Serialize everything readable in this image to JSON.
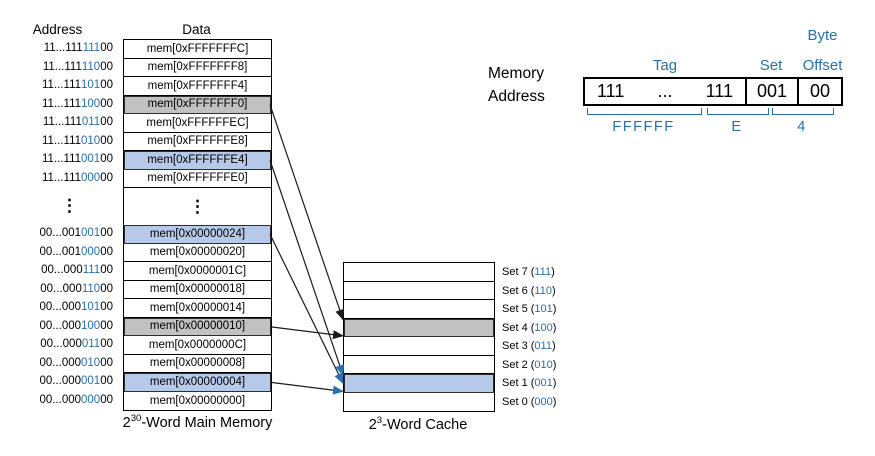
{
  "headers": {
    "address": "Address",
    "data": "Data"
  },
  "memory": {
    "top_rows": [
      {
        "prefix": "11...111",
        "set": "111",
        "offset": "00",
        "data": "mem[0xFFFFFFFC]",
        "highlight": null
      },
      {
        "prefix": "11...111",
        "set": "110",
        "offset": "00",
        "data": "mem[0xFFFFFFF8]",
        "highlight": null
      },
      {
        "prefix": "11...111",
        "set": "101",
        "offset": "00",
        "data": "mem[0xFFFFFFF4]",
        "highlight": null
      },
      {
        "prefix": "11...111",
        "set": "100",
        "offset": "00",
        "data": "mem[0xFFFFFFF0]",
        "highlight": "gray"
      },
      {
        "prefix": "11...111",
        "set": "011",
        "offset": "00",
        "data": "mem[0xFFFFFFEC]",
        "highlight": null
      },
      {
        "prefix": "11...111",
        "set": "010",
        "offset": "00",
        "data": "mem[0xFFFFFFE8]",
        "highlight": null
      },
      {
        "prefix": "11...111",
        "set": "001",
        "offset": "00",
        "data": "mem[0xFFFFFFE4]",
        "highlight": "blue"
      },
      {
        "prefix": "11...111",
        "set": "000",
        "offset": "00",
        "data": "mem[0xFFFFFFE0]",
        "highlight": null
      }
    ],
    "ellipsis": "⋮",
    "bottom_rows": [
      {
        "prefix": "00...001",
        "set": "001",
        "offset": "00",
        "data": "mem[0x00000024]",
        "highlight": "blue"
      },
      {
        "prefix": "00...001",
        "set": "000",
        "offset": "00",
        "data": "mem[0x00000020]",
        "highlight": null
      },
      {
        "prefix": "00...000",
        "set": "111",
        "offset": "00",
        "data": "mem[0x0000001C]",
        "highlight": null
      },
      {
        "prefix": "00...000",
        "set": "110",
        "offset": "00",
        "data": "mem[0x00000018]",
        "highlight": null
      },
      {
        "prefix": "00...000",
        "set": "101",
        "offset": "00",
        "data": "mem[0x00000014]",
        "highlight": null
      },
      {
        "prefix": "00...000",
        "set": "100",
        "offset": "00",
        "data": "mem[0x00000010]",
        "highlight": "gray"
      },
      {
        "prefix": "00...000",
        "set": "011",
        "offset": "00",
        "data": "mem[0x0000000C]",
        "highlight": null
      },
      {
        "prefix": "00...000",
        "set": "010",
        "offset": "00",
        "data": "mem[0x00000008]",
        "highlight": null
      },
      {
        "prefix": "00...000",
        "set": "001",
        "offset": "00",
        "data": "mem[0x00000004]",
        "highlight": "blue"
      },
      {
        "prefix": "00...000",
        "set": "000",
        "offset": "00",
        "data": "mem[0x00000000]",
        "highlight": null
      }
    ],
    "caption_base": "2",
    "caption_exp": "30",
    "caption_rest": "-Word Main Memory"
  },
  "cache": {
    "rows": [
      {
        "name": "Set 7",
        "bits": "111",
        "highlight": null
      },
      {
        "name": "Set 6",
        "bits": "110",
        "highlight": null
      },
      {
        "name": "Set 5",
        "bits": "101",
        "highlight": null
      },
      {
        "name": "Set 4",
        "bits": "100",
        "highlight": "gray"
      },
      {
        "name": "Set 3",
        "bits": "011",
        "highlight": null
      },
      {
        "name": "Set 2",
        "bits": "010",
        "highlight": null
      },
      {
        "name": "Set 1",
        "bits": "001",
        "highlight": "blue"
      },
      {
        "name": "Set 0",
        "bits": "000",
        "highlight": null
      }
    ],
    "caption_base": "2",
    "caption_exp": "3",
    "caption_rest": "-Word Cache"
  },
  "address_breakdown": {
    "label_line1": "Memory",
    "label_line2": "Address",
    "byte_label": "Byte",
    "tag_label": "Tag",
    "set_label": "Set",
    "offset_label": "Offset",
    "tag_left": "111",
    "tag_dots": "...",
    "tag_right": "111",
    "set_value": "001",
    "offset_value": "00",
    "hex_tag": "FFFFFF",
    "hex_mid": "E",
    "hex_low": "4"
  },
  "arrows": [
    {
      "from": "mem[0xFFFFFFF0]",
      "to": "Set 4",
      "color": "black"
    },
    {
      "from": "mem[0x00000010]",
      "to": "Set 4",
      "color": "black"
    },
    {
      "from": "mem[0xFFFFFFE4]",
      "to": "Set 1",
      "color": "blue"
    },
    {
      "from": "mem[0x00000024]",
      "to": "Set 1",
      "color": "blue"
    },
    {
      "from": "mem[0x00000004]",
      "to": "Set 1",
      "color": "blue"
    }
  ],
  "colors": {
    "blue_text": "#2470b3",
    "blue_fill": "#b7c9e8",
    "gray_fill": "#c1c1c1",
    "line": "#1a1a1a"
  }
}
